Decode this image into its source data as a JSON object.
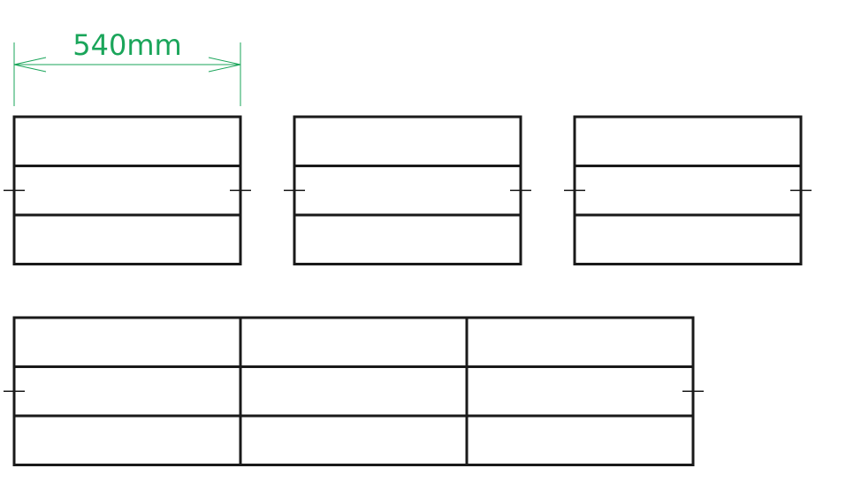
{
  "dimension": {
    "label": "540mm",
    "color": "#1aa55a"
  },
  "line_color": "#1a1a1a",
  "units": [
    {
      "id": "unit-1",
      "modules": 1,
      "rows": 3
    },
    {
      "id": "unit-2",
      "modules": 1,
      "rows": 3
    },
    {
      "id": "unit-3",
      "modules": 1,
      "rows": 3
    },
    {
      "id": "unit-combined",
      "modules": 3,
      "rows": 3
    }
  ]
}
